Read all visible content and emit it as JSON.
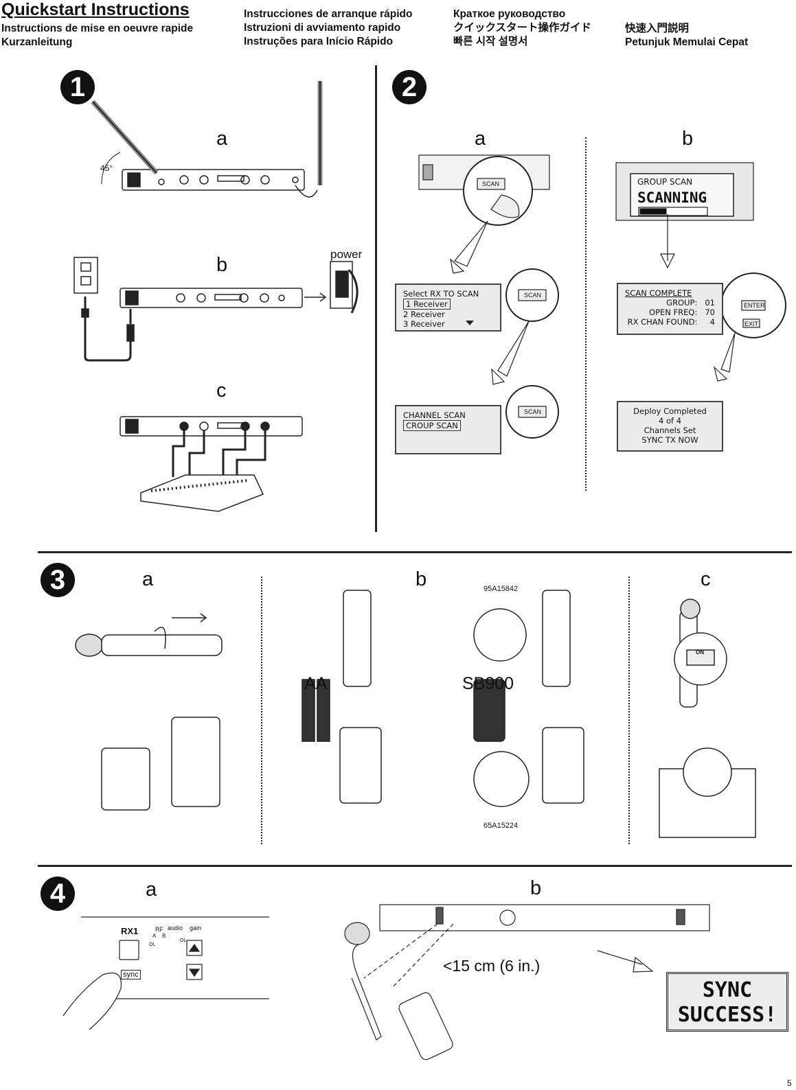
{
  "header": {
    "title": "Quickstart Instructions",
    "col1": [
      "Instructions de mise en oeuvre rapide",
      "Kurzanleitung"
    ],
    "col2": [
      "Instrucciones de arranque rápido",
      "Istruzioni di avviamento rapido",
      "Instruções para Início Rápido"
    ],
    "col3": [
      "Краткое руководство",
      "クイックスタート操作ガイド",
      "빠른 시작 설명서"
    ],
    "col4": [
      "快速入門説明",
      "Petunjuk Memulai Cepat"
    ]
  },
  "section1": {
    "number": "1",
    "steps": [
      "a",
      "b",
      "c"
    ],
    "angle_label": "45°",
    "power_label": "power"
  },
  "section2": {
    "number": "2",
    "steps": [
      "a",
      "b"
    ],
    "button_scan": "SCAN",
    "select_screen": {
      "title": "Select RX TO SCAN",
      "items": [
        "1 Receiver",
        "2 Receiver",
        "3 Receiver"
      ]
    },
    "scan_type_screen": {
      "items": [
        "CHANNEL SCAN",
        "CROUP SCAN"
      ]
    },
    "scanning_screen": {
      "title": "GROUP SCAN",
      "status": "SCANNING"
    },
    "complete_screen": {
      "title": "SCAN COMPLETE",
      "rows": [
        {
          "label": "GROUP:",
          "value": "01"
        },
        {
          "label": "OPEN FREQ:",
          "value": "70"
        },
        {
          "label": "RX CHAN FOUND:",
          "value": "4"
        }
      ]
    },
    "button_enter": "ENTER",
    "button_exit": "EXIT",
    "deploy_screen": {
      "lines": [
        "Deploy Completed",
        "4 of 4",
        "Channels Set",
        "SYNC TX NOW"
      ]
    }
  },
  "section3": {
    "number": "3",
    "steps": [
      "a",
      "b",
      "c"
    ],
    "battery_aa": "AA",
    "battery_sb": "SB900",
    "part_top": "95A15842",
    "part_bottom": "65A15224",
    "on_label": "ON"
  },
  "section4": {
    "number": "4",
    "steps": [
      "a",
      "b"
    ],
    "rx_label": "RX1",
    "rf_label": "RF",
    "audio_label": "audio",
    "gain_label": "gain",
    "rf_a": "A",
    "rf_b": "B",
    "ol_label": "OL",
    "sync_label": "sync",
    "distance": "<15 cm (6 in.)",
    "sync_result": [
      "SYNC",
      "SUCCESS!"
    ]
  },
  "page_number": "5"
}
